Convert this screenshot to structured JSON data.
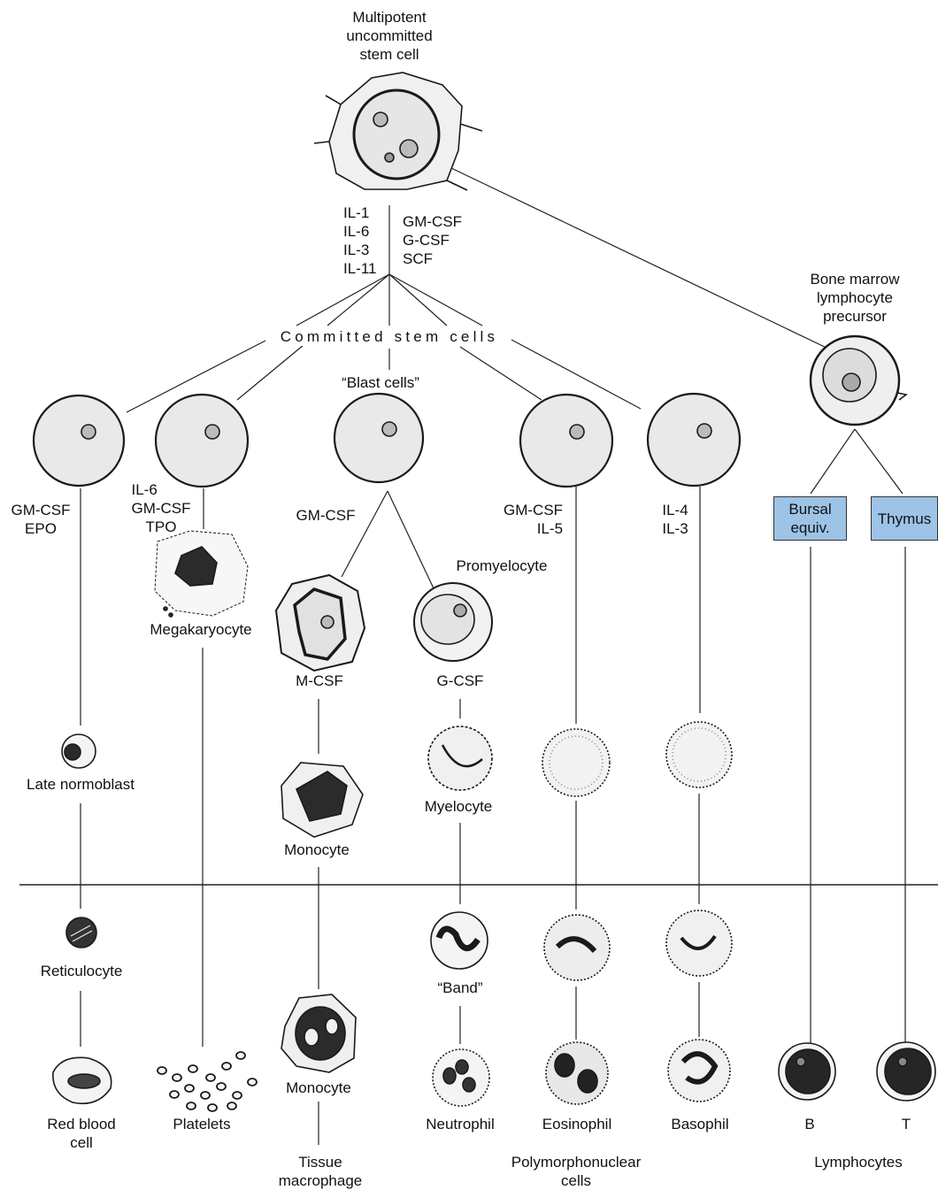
{
  "diagram": {
    "root_label": [
      "Multipotent",
      "uncommitted",
      "stem cell"
    ],
    "factors_left": [
      "IL-1",
      "IL-6",
      "IL-3",
      "IL-11"
    ],
    "factors_right": [
      "GM-CSF",
      "G-CSF",
      "SCF"
    ],
    "committed_label": "Committed stem cells",
    "blast_label": "“Blast cells”",
    "lymph_precursor_label": [
      "Bone marrow",
      "lymphocyte",
      "precursor"
    ],
    "branch_factors": {
      "erythroid": [
        "GM-CSF",
        "EPO"
      ],
      "megakaryocytic": [
        "IL-6",
        "GM-CSF",
        "TPO"
      ],
      "myeloid": [
        "GM-CSF"
      ],
      "eosinophil": [
        "GM-CSF",
        "IL-5"
      ],
      "basophil": [
        "IL-4",
        "IL-3"
      ]
    },
    "boxes": {
      "bursal": [
        "Bursal",
        "equiv."
      ],
      "thymus": "Thymus"
    },
    "cells": {
      "megakaryocyte": "Megakaryocyte",
      "promyelocyte": "Promyelocyte",
      "m_csf": "M-CSF",
      "g_csf": "G-CSF",
      "late_normoblast": "Late normoblast",
      "myelocyte": "Myelocyte",
      "monocyte_1": "Monocyte",
      "reticulocyte": "Reticulocyte",
      "band": "“Band”",
      "monocyte_2": "Monocyte"
    },
    "bottom": {
      "red_blood_cell": [
        "Red blood",
        "cell"
      ],
      "platelets": "Platelets",
      "neutrophil": "Neutrophil",
      "eosinophil": "Eosinophil",
      "basophil": "Basophil",
      "b": "B",
      "t": "T",
      "tissue_macrophage": [
        "Tissue",
        "macrophage"
      ],
      "polymorphonuclear": [
        "Polymorphonuclear",
        "cells"
      ],
      "lymphocytes": "Lymphocytes"
    },
    "colors": {
      "box_fill": "#9dc3e6",
      "line": "#222222",
      "cell_fill": "#f4f4f4",
      "nucleus": "#2b2b2b"
    }
  }
}
